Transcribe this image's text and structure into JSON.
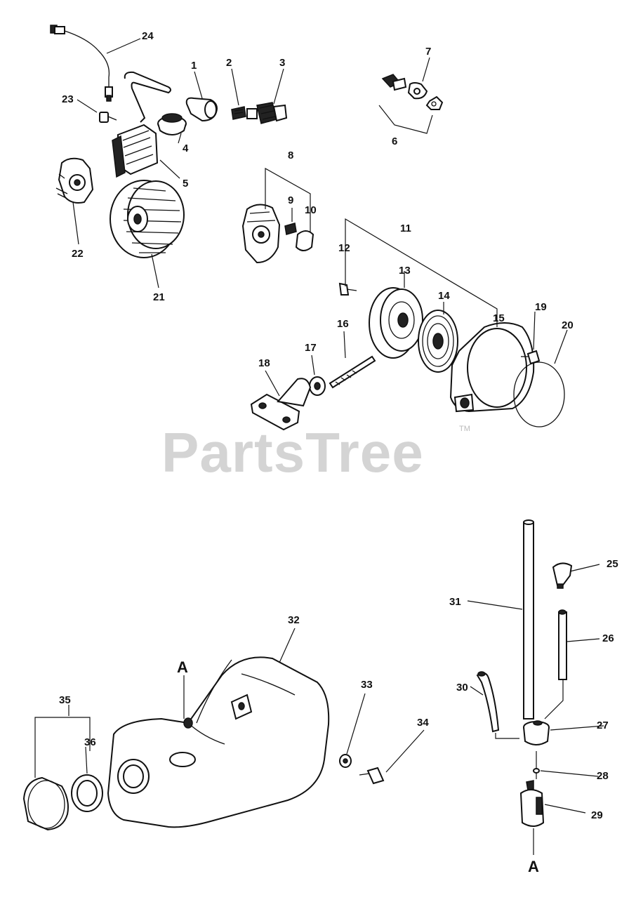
{
  "watermark": {
    "text": "PartsTree",
    "trademark": "TM"
  },
  "callouts": {
    "c1": "1",
    "c2": "2",
    "c3": "3",
    "c4": "4",
    "c5": "5",
    "c6": "6",
    "c7": "7",
    "c8": "8",
    "c9": "9",
    "c10": "10",
    "c11": "11",
    "c12": "12",
    "c13": "13",
    "c14": "14",
    "c15": "15",
    "c16": "16",
    "c17": "17",
    "c18": "18",
    "c19": "19",
    "c20": "20",
    "c21": "21",
    "c22": "22",
    "c23": "23",
    "c24": "24",
    "c25": "25",
    "c26": "26",
    "c27": "27",
    "c28": "28",
    "c29": "29",
    "c30": "30",
    "c31": "31",
    "c32": "32",
    "c33": "33",
    "c34": "34",
    "c35": "35",
    "c36": "36"
  },
  "connector_letters": {
    "tank": "A",
    "filter": "A"
  }
}
